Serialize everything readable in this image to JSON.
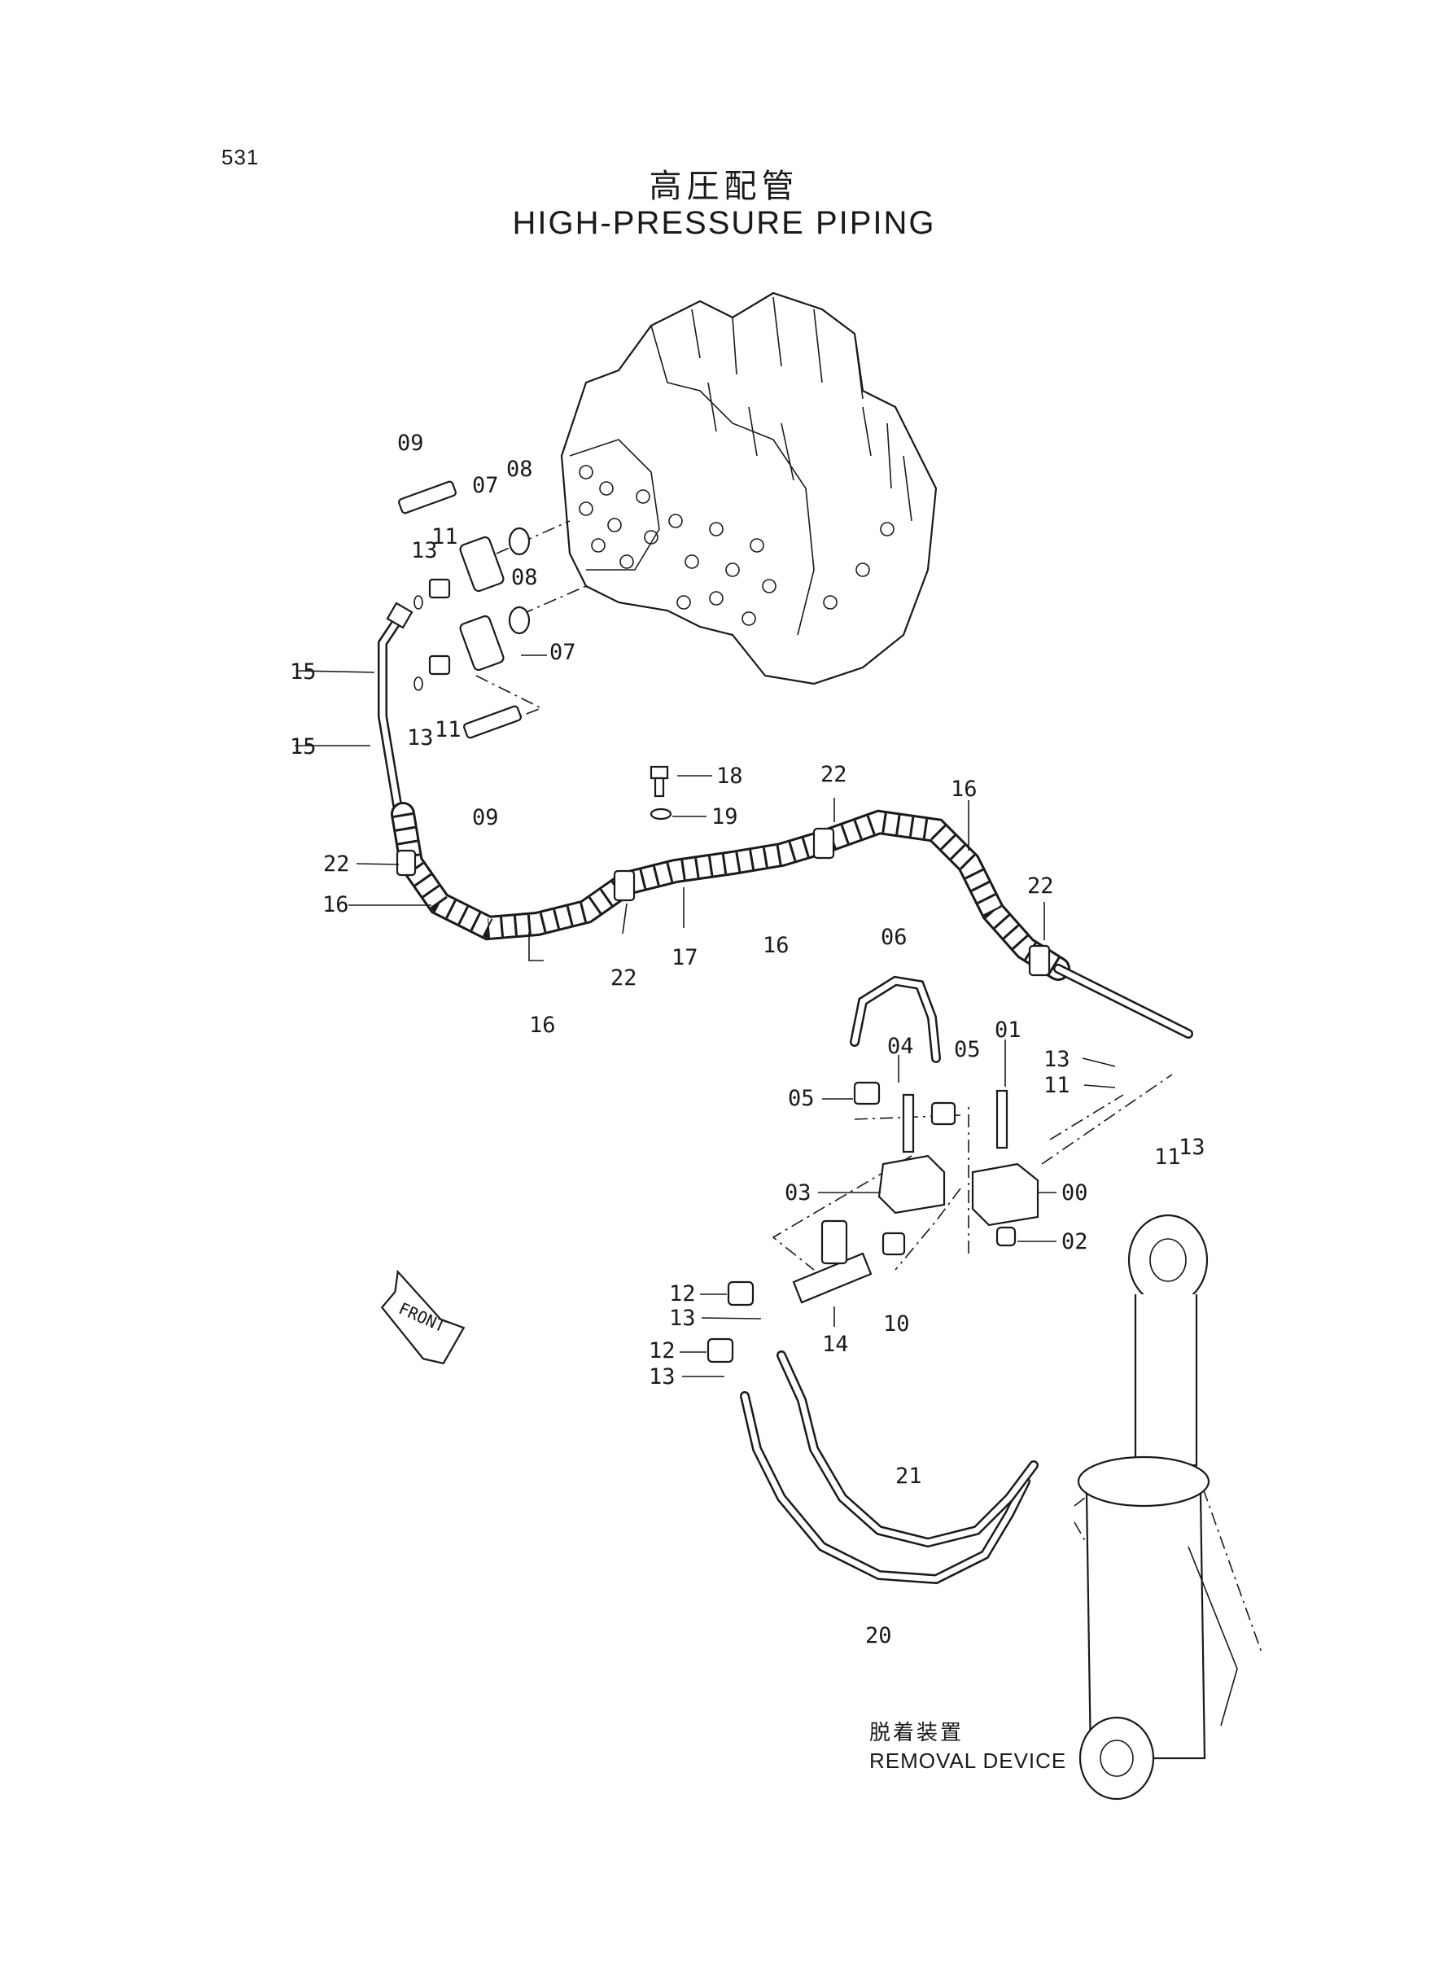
{
  "page": {
    "number": "531",
    "title_jp": "高圧配管",
    "title_en": "HIGH-PRESSURE PIPING"
  },
  "note": {
    "jp": "脱着装置",
    "en": "REMOVAL DEVICE"
  },
  "front_label": "FRONT",
  "callouts": {
    "c00": "00",
    "c01": "01",
    "c02": "02",
    "c03": "03",
    "c04": "04",
    "c05a": "05",
    "c05b": "05",
    "c06": "06",
    "c07a": "07",
    "c07b": "07",
    "c08a": "08",
    "c08b": "08",
    "c09a": "09",
    "c09b": "09",
    "c10": "10",
    "c11a": "11",
    "c11b": "11",
    "c11c": "11",
    "c11d": "11",
    "c12a": "12",
    "c12b": "12",
    "c13a": "13",
    "c13b": "13",
    "c13c": "13",
    "c13d": "13",
    "c13e": "13",
    "c13f": "13",
    "c14": "14",
    "c15a": "15",
    "c15b": "15",
    "c16a": "16",
    "c16b": "16",
    "c16c": "16",
    "c16d": "16",
    "c17": "17",
    "c18": "18",
    "c19": "19",
    "c20": "20",
    "c21": "21",
    "c22a": "22",
    "c22b": "22",
    "c22c": "22",
    "c22d": "22"
  }
}
